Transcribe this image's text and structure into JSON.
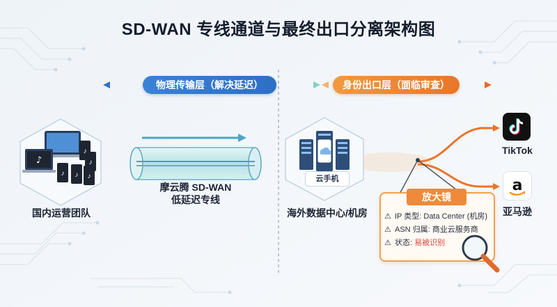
{
  "title": "SD-WAN 专线通道与最终出口分离架构图",
  "layers": {
    "physical": "物理传输层（解决延迟）",
    "identity": "身份出口层（面临审查）"
  },
  "nodes": {
    "domestic_team": "国内运营团队",
    "tunnel_line1": "摩云腾 SD-WAN",
    "tunnel_line2": "低延迟专线",
    "datacenter": "海外数据中心/机房",
    "cloud_phone": "云手机"
  },
  "magnifier": {
    "title": "放大镜",
    "ip_label": "IP 类型:",
    "ip_value": "Data Center (机房)",
    "asn_label": "ASN 归属:",
    "asn_value": "商业云服务商",
    "status_label": "状态:",
    "status_value": "易被识别"
  },
  "destinations": {
    "tiktok": "TikTok",
    "amazon": "亚马逊"
  },
  "colors": {
    "blue": "#2f74c8",
    "orange": "#ec7d2e",
    "teal": "#5cc4c4"
  },
  "icons": [
    "laptop-icon",
    "phone-icon",
    "server-icon",
    "cloud-phone-icon",
    "magnifier-icon",
    "warning-icon",
    "tiktok-icon",
    "amazon-icon"
  ]
}
